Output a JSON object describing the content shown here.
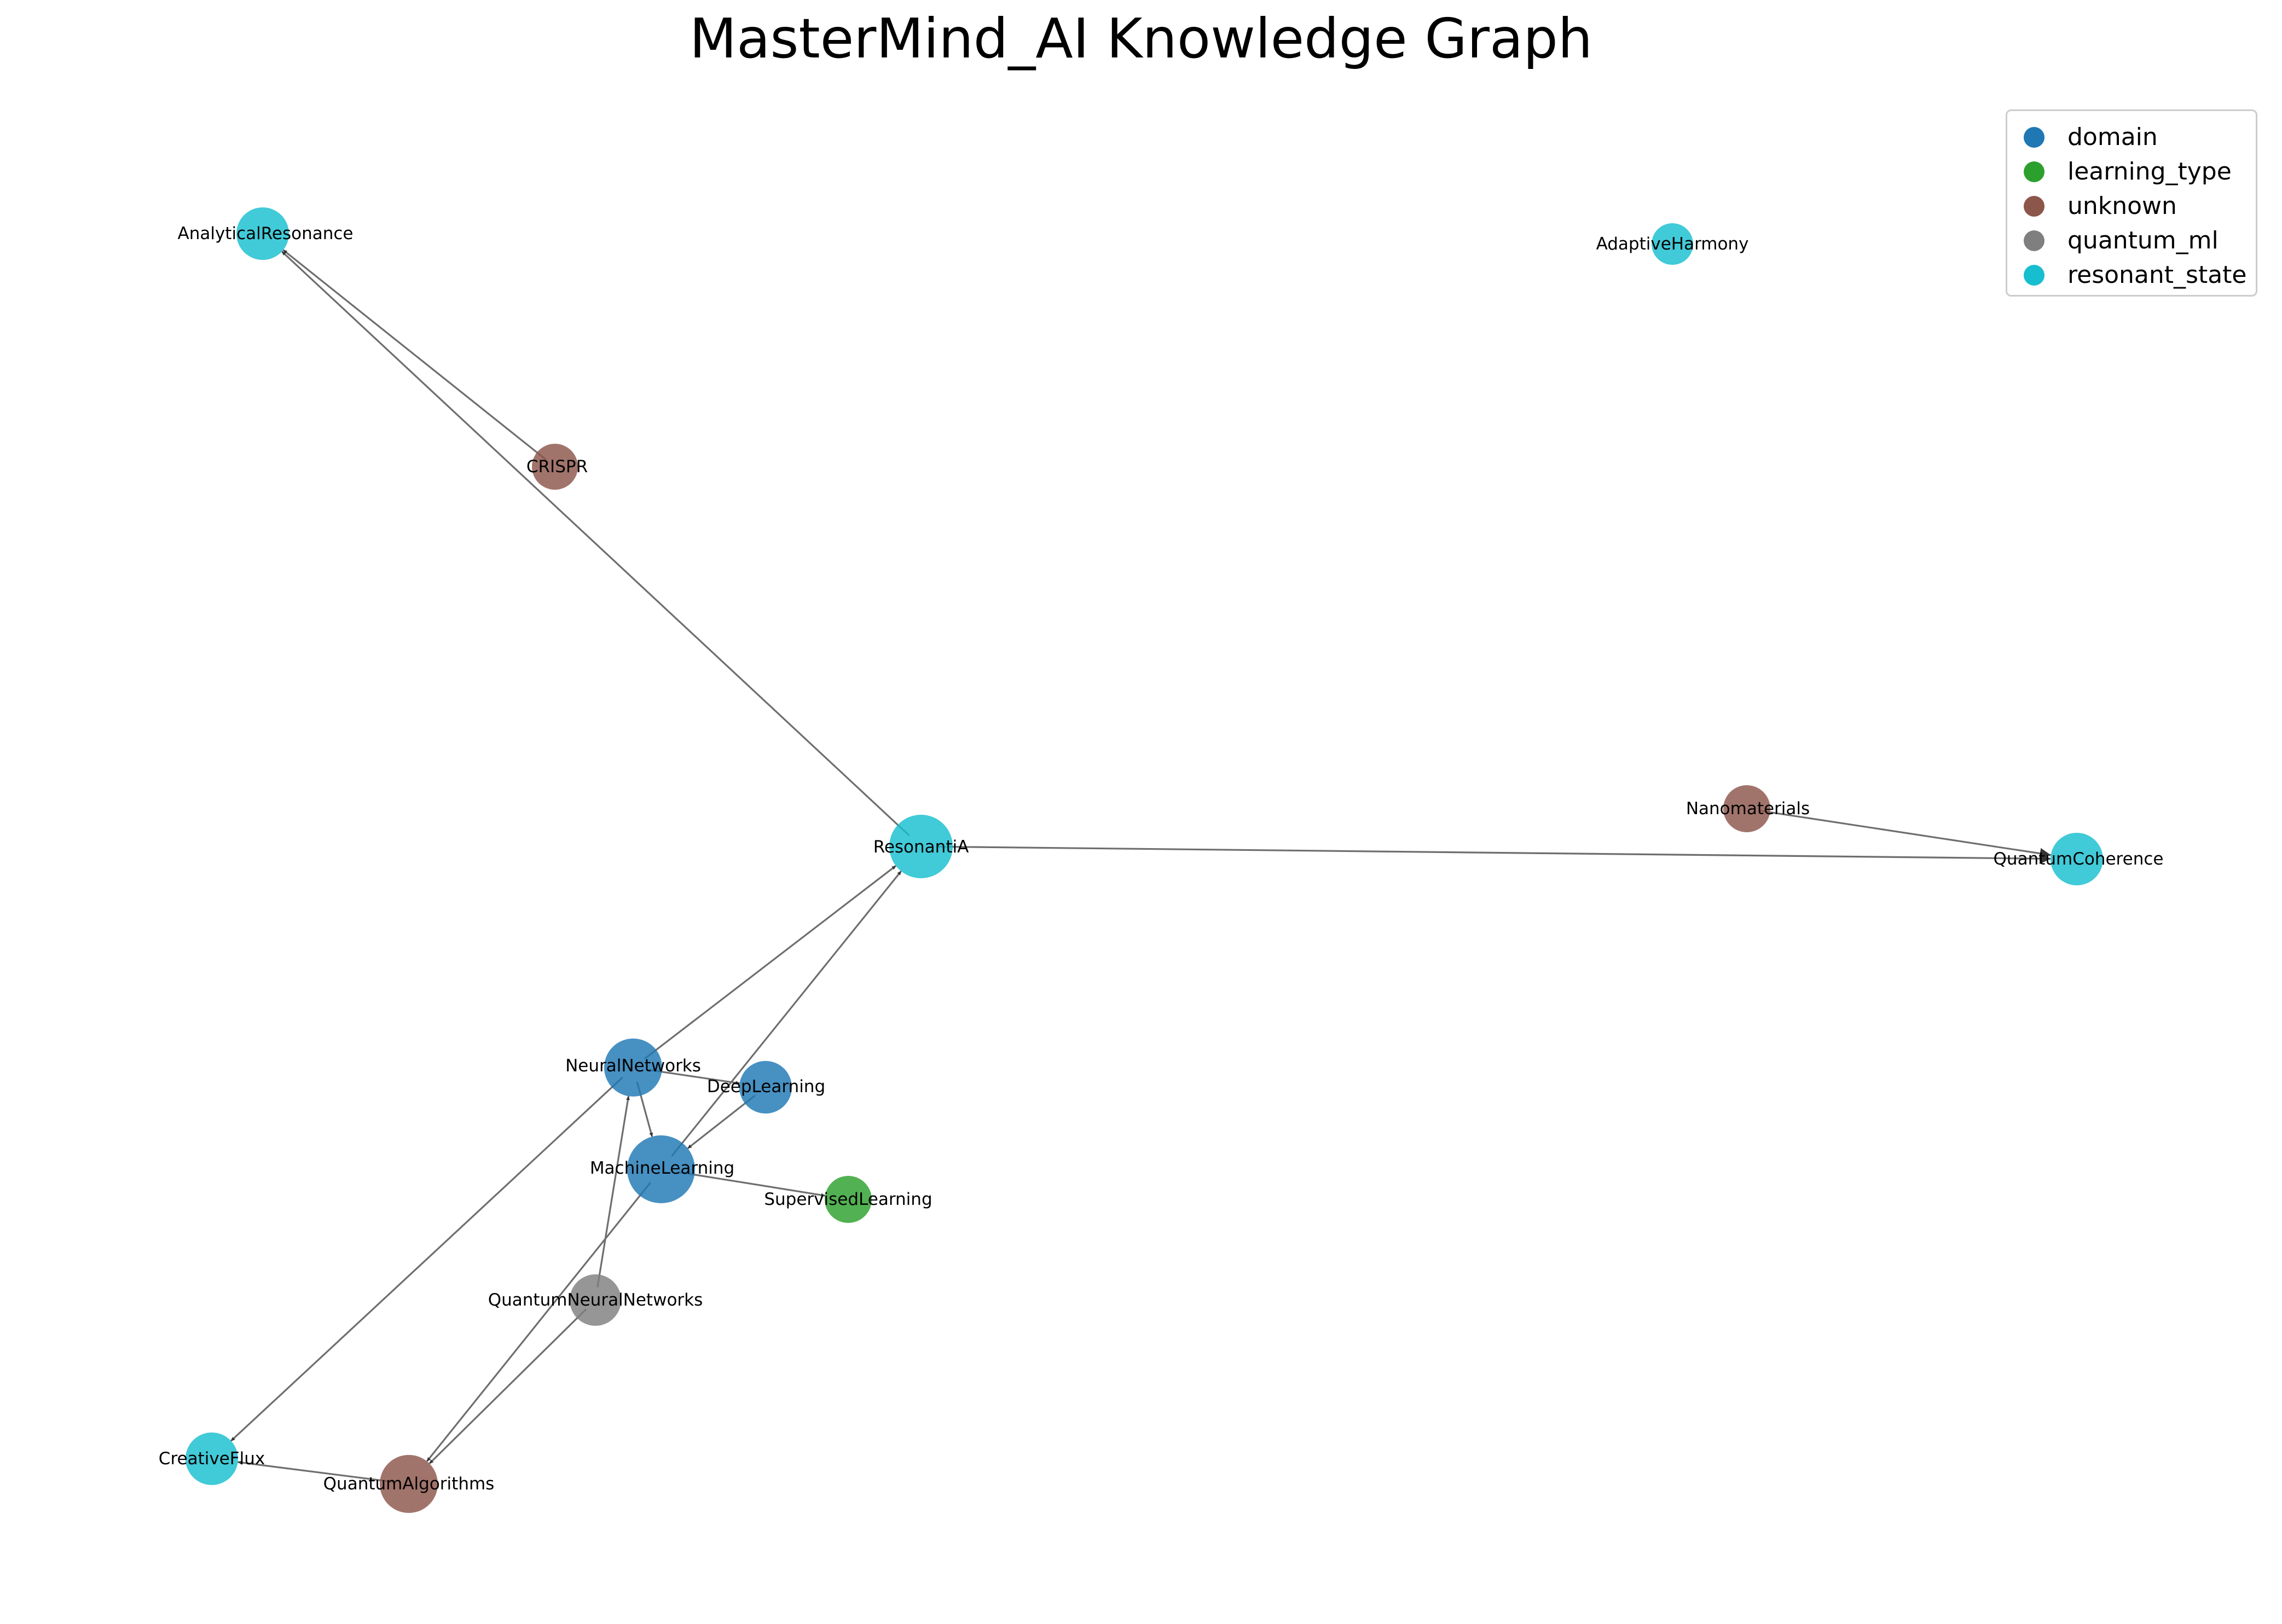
{
  "title": "MasterMind_AI Knowledge Graph",
  "legend": [
    {
      "key": "domain",
      "label": "domain",
      "color": "#1f77b4"
    },
    {
      "key": "learning_type",
      "label": "learning_type",
      "color": "#2ca02c"
    },
    {
      "key": "unknown",
      "label": "unknown",
      "color": "#8c564b"
    },
    {
      "key": "quantum_ml",
      "label": "quantum_ml",
      "color": "#7f7f7f"
    },
    {
      "key": "resonant_state",
      "label": "resonant_state",
      "color": "#17becf"
    }
  ],
  "nodes": [
    {
      "id": "AnalyticalResonance",
      "label": "AnalyticalResonance",
      "type": "resonant_state"
    },
    {
      "id": "AdaptiveHarmony",
      "label": "AdaptiveHarmony",
      "type": "resonant_state"
    },
    {
      "id": "CRISPR",
      "label": "CRISPR",
      "type": "unknown"
    },
    {
      "id": "ResonantiA",
      "label": "ResonantiA",
      "type": "resonant_state"
    },
    {
      "id": "Nanomaterials",
      "label": "Nanomaterials",
      "type": "unknown"
    },
    {
      "id": "QuantumCoherence",
      "label": "QuantumCoherence",
      "type": "resonant_state"
    },
    {
      "id": "NeuralNetworks",
      "label": "NeuralNetworks",
      "type": "domain"
    },
    {
      "id": "DeepLearning",
      "label": "DeepLearning",
      "type": "domain"
    },
    {
      "id": "MachineLearning",
      "label": "MachineLearning",
      "type": "domain"
    },
    {
      "id": "SupervisedLearning",
      "label": "SupervisedLearning",
      "type": "learning_type"
    },
    {
      "id": "QuantumNeuralNetworks",
      "label": "QuantumNeuralNetworks",
      "type": "quantum_ml"
    },
    {
      "id": "CreativeFlux",
      "label": "CreativeFlux",
      "type": "resonant_state"
    },
    {
      "id": "QuantumAlgorithms",
      "label": "QuantumAlgorithms",
      "type": "unknown"
    }
  ],
  "edges": [
    {
      "source": "CRISPR",
      "target": "AnalyticalResonance"
    },
    {
      "source": "ResonantiA",
      "target": "AnalyticalResonance"
    },
    {
      "source": "ResonantiA",
      "target": "QuantumCoherence"
    },
    {
      "source": "Nanomaterials",
      "target": "QuantumCoherence"
    },
    {
      "source": "NeuralNetworks",
      "target": "ResonantiA"
    },
    {
      "source": "MachineLearning",
      "target": "ResonantiA"
    },
    {
      "source": "NeuralNetworks",
      "target": "DeepLearning"
    },
    {
      "source": "NeuralNetworks",
      "target": "MachineLearning"
    },
    {
      "source": "DeepLearning",
      "target": "MachineLearning"
    },
    {
      "source": "MachineLearning",
      "target": "SupervisedLearning"
    },
    {
      "source": "QuantumNeuralNetworks",
      "target": "NeuralNetworks"
    },
    {
      "source": "QuantumNeuralNetworks",
      "target": "QuantumAlgorithms"
    },
    {
      "source": "NeuralNetworks",
      "target": "CreativeFlux"
    },
    {
      "source": "MachineLearning",
      "target": "QuantumAlgorithms"
    },
    {
      "source": "QuantumAlgorithms",
      "target": "CreativeFlux"
    }
  ]
}
